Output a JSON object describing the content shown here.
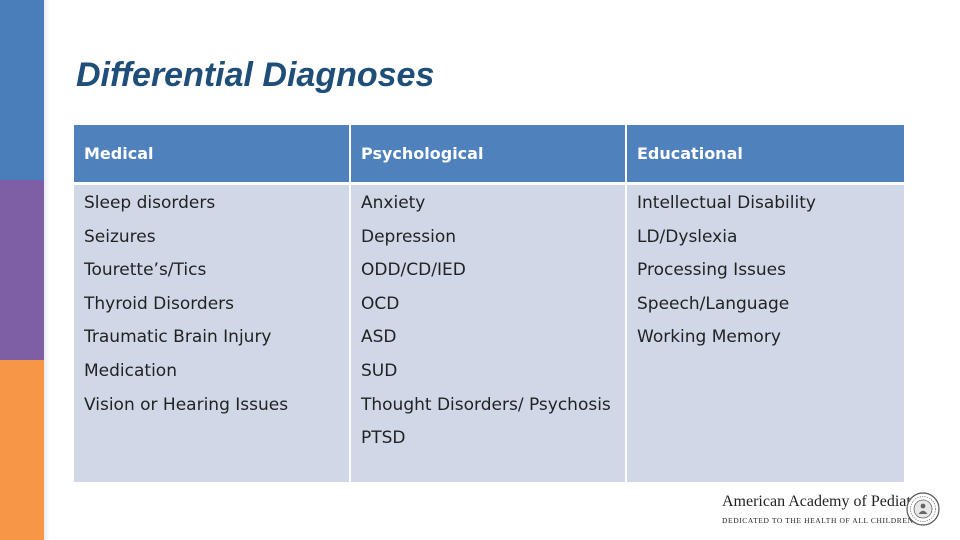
{
  "slide": {
    "title": "Differential Diagnoses",
    "colors": {
      "bar_blue": "#4a7ebb",
      "bar_purple": "#7e5fa6",
      "bar_orange": "#f79646",
      "header_fill": "#4f81bd",
      "body_fill": "#d0d8e8",
      "title_color": "#1f4e79"
    }
  },
  "table": {
    "headers": [
      "Medical",
      "Psychological",
      "Educational"
    ],
    "columns": [
      [
        "Sleep disorders",
        "Seizures",
        "Tourette’s/Tics",
        "Thyroid Disorders",
        "Traumatic Brain Injury",
        "Medication",
        "Vision or Hearing Issues"
      ],
      [
        "Anxiety",
        "Depression",
        "ODD/CD/IED",
        "OCD",
        "ASD",
        "SUD",
        "Thought Disorders/ Psychosis",
        "PTSD"
      ],
      [
        "Intellectual Disability",
        "LD/Dyslexia",
        "Processing Issues",
        "Speech/Language",
        "Working Memory"
      ]
    ]
  },
  "logo": {
    "name": "American Academy of Pediatrics",
    "tagline": "DEDICATED TO THE HEALTH OF ALL CHILDREN™",
    "seal_icon": "aap-seal-icon"
  }
}
